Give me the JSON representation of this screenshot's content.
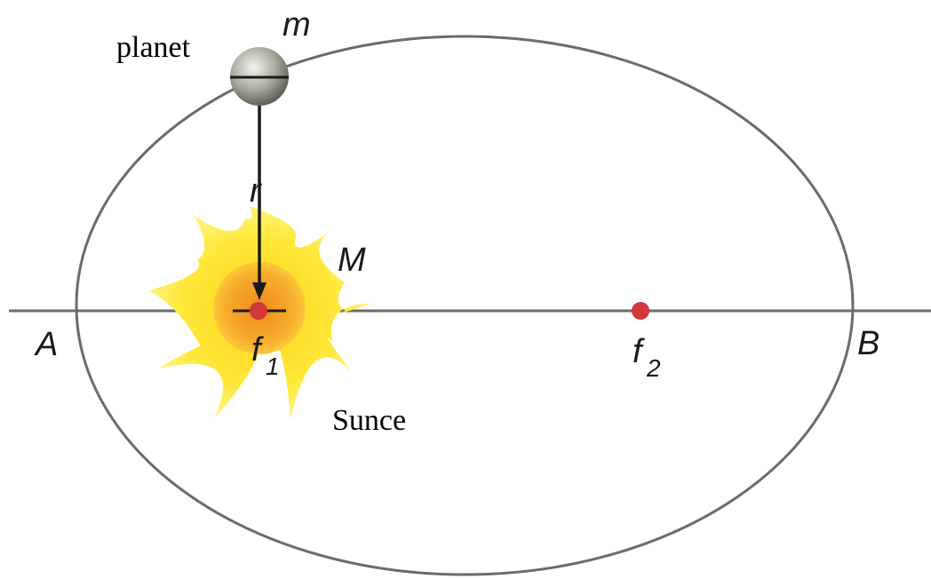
{
  "labels": {
    "planet": "planet",
    "mass_planet": "m",
    "radius": "r",
    "mass_sun": "M",
    "point_a": "A",
    "point_b": "B",
    "focus1_letter": "f",
    "focus1_sub": "1",
    "focus2_letter": "f",
    "focus2_sub": "2",
    "sun": "Sunce"
  },
  "colors": {
    "orbit": "#6b6b6b",
    "axis": "#6b6b6b",
    "focus": "#d2383a",
    "sun_rays": "#ffe033",
    "sun_core": "#f5a623",
    "planet": "#9a9a8e",
    "arrow": "#1a1a1a"
  }
}
